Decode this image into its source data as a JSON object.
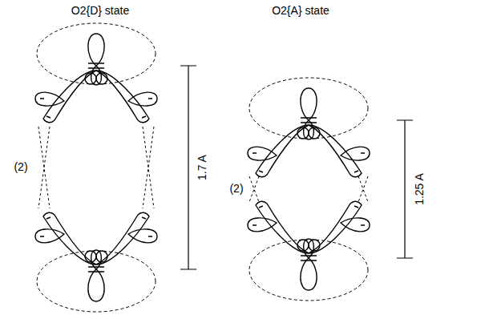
{
  "diagram": {
    "labels": [
      "O2{D} state",
      "(2)",
      "1.7 A",
      "O2{A} state",
      "(2)",
      "1.25 A"
    ]
  }
}
